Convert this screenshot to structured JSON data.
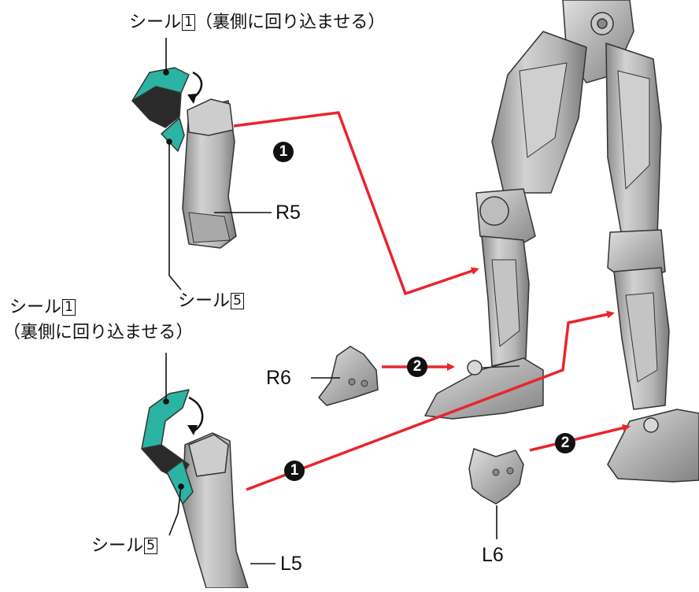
{
  "labels": {
    "seal1_top": "シール",
    "seal1_top_num": "1",
    "seal1_top_note": "（裏側に回り込ませる）",
    "seal1_left_line1": "シール",
    "seal1_left_num": "1",
    "seal1_left_line2": "（裏側に回り込ませる）",
    "seal5_upper": "シール",
    "seal5_upper_num": "5",
    "seal5_lower": "シール",
    "seal5_lower_num": "5",
    "part_r5": "R5",
    "part_r6": "R6",
    "part_l5": "L5",
    "part_l6": "L6"
  },
  "steps": {
    "step1_upper": "1",
    "step1_lower": "1",
    "step2_upper": "2",
    "step2_lower": "2"
  },
  "colors": {
    "arrow": "#e8262c",
    "seal_teal": "#2bb3a3",
    "seal_dark": "#2a2a2a",
    "part_gray": "#b9b9b9",
    "part_shadow": "#7d7d7d"
  }
}
